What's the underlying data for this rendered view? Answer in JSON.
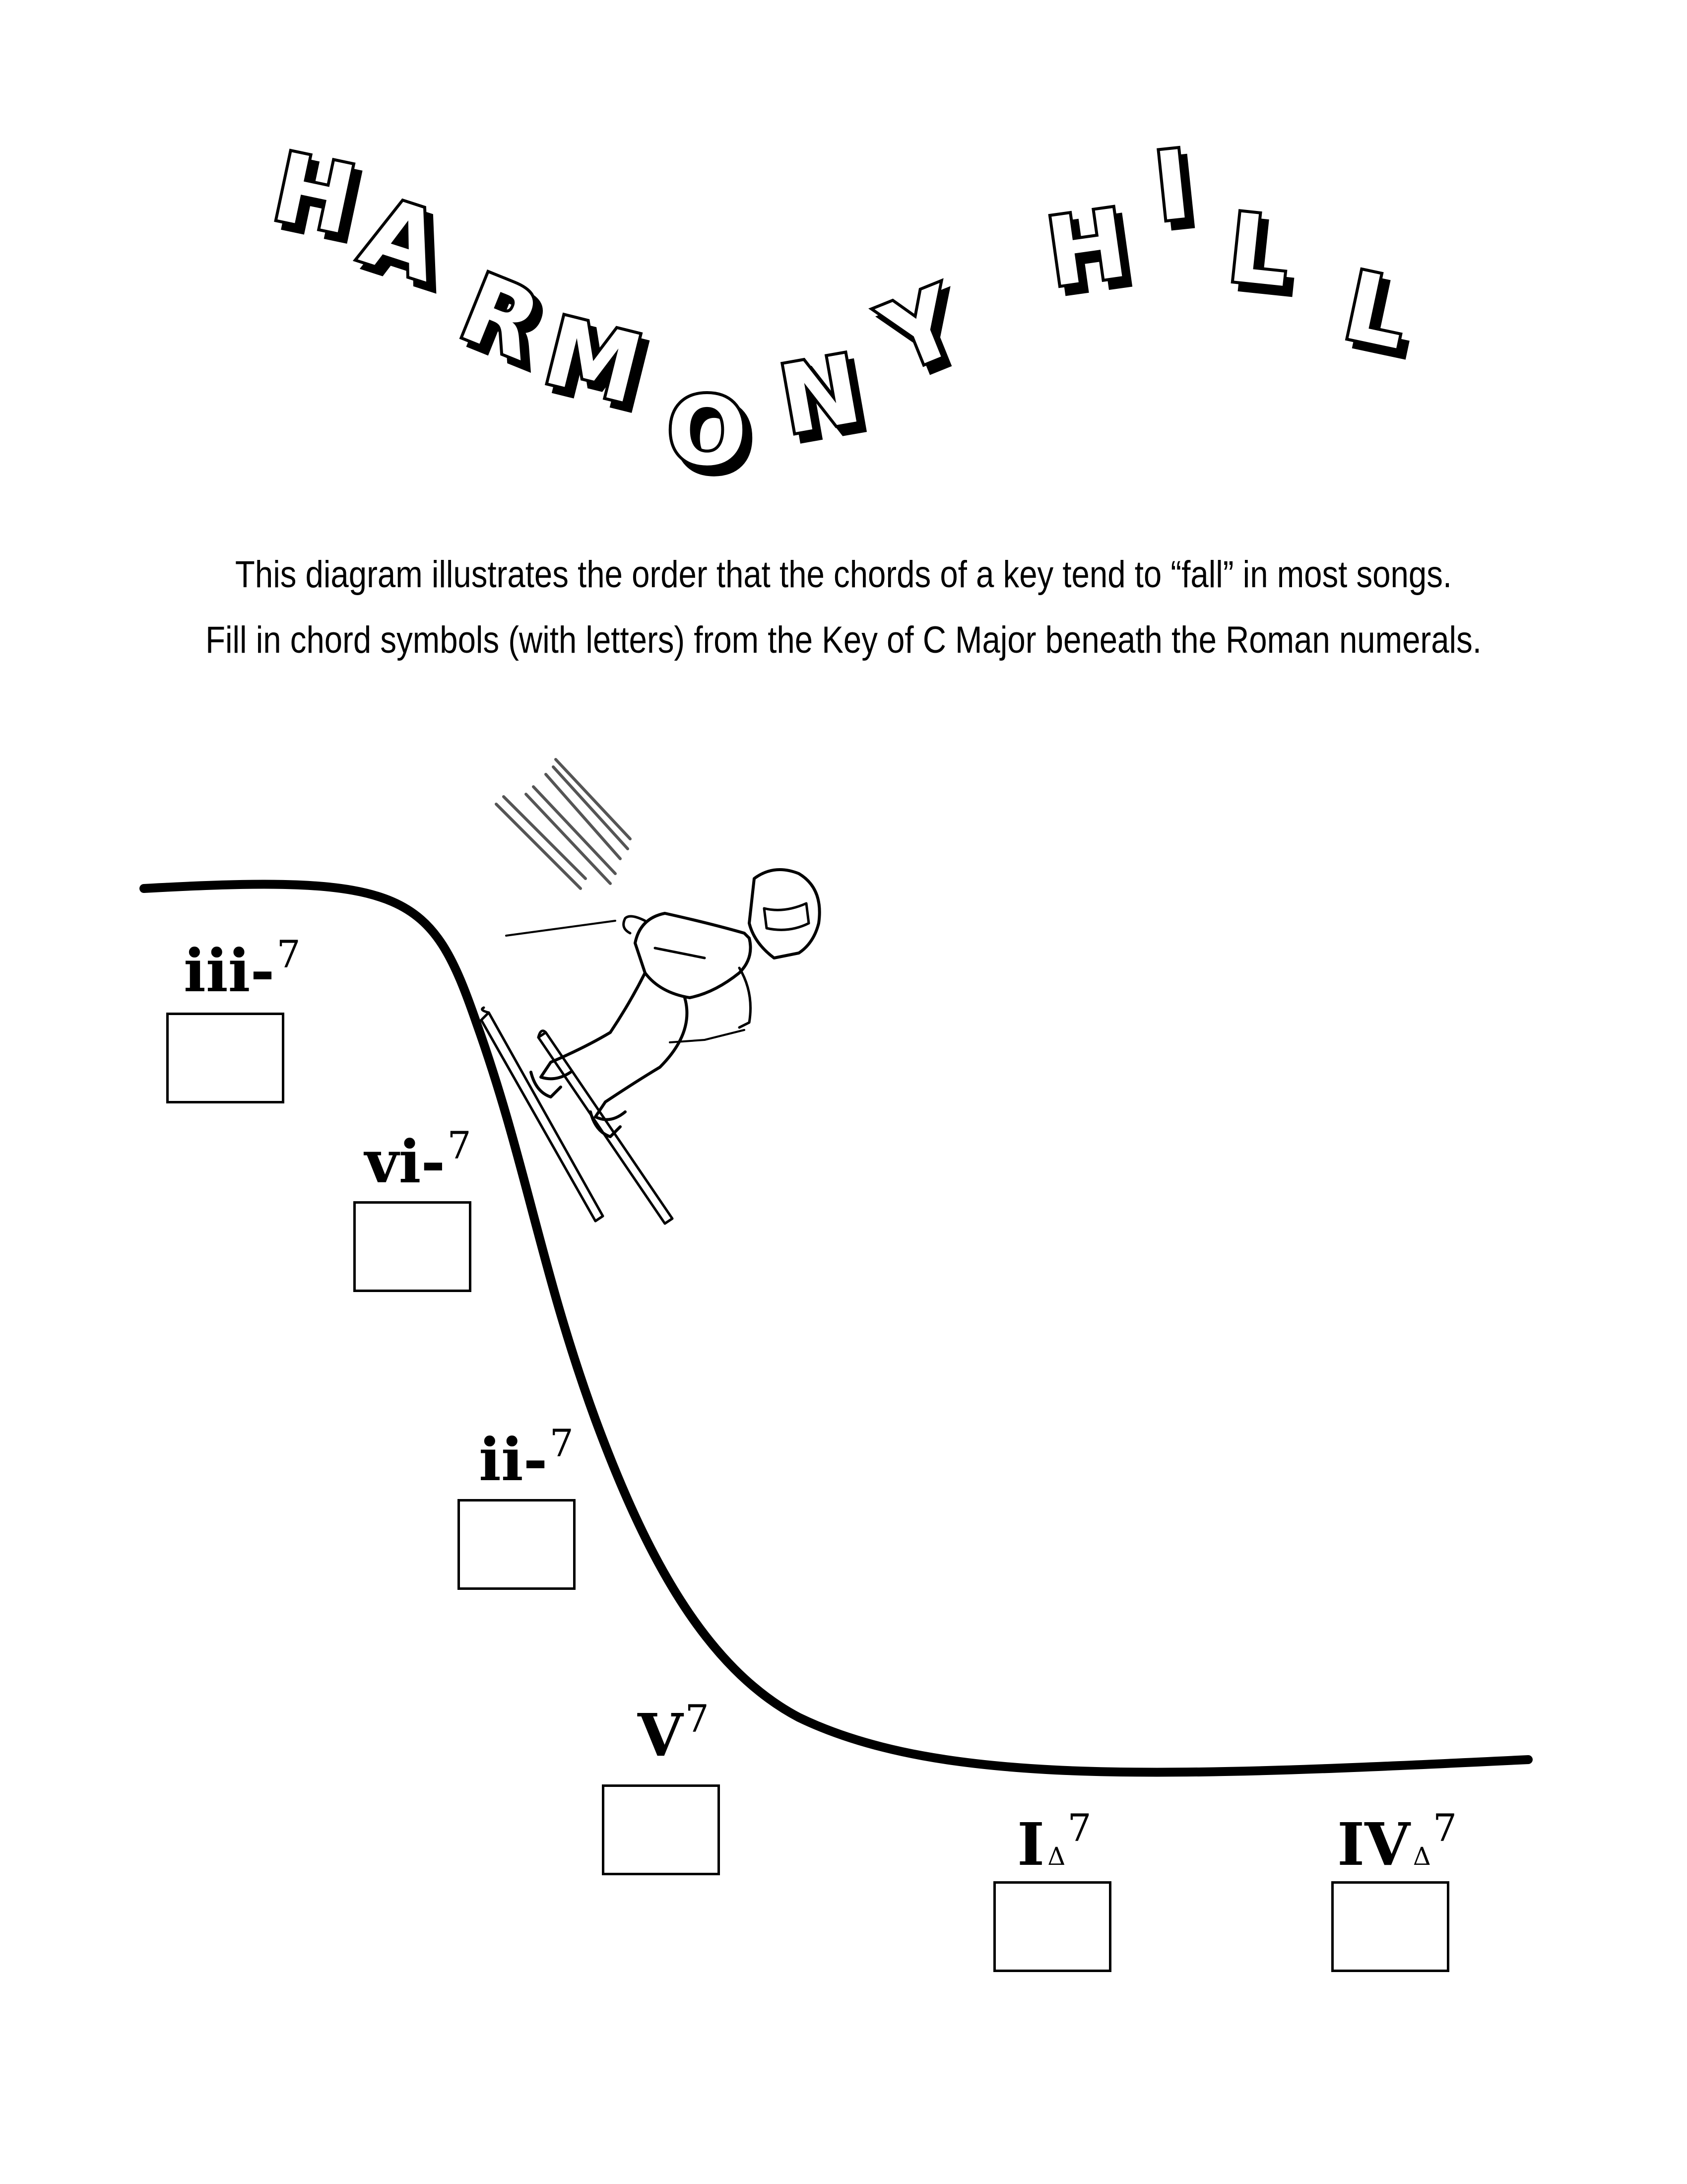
{
  "title": {
    "letters": [
      "H",
      "A",
      "R",
      "M",
      "O",
      "N",
      "Y",
      "H",
      "I",
      "L",
      "L"
    ]
  },
  "instructions": {
    "line1": "This diagram illustrates the order that the chords of a key tend to “fall” in most songs.",
    "line2": "Fill in chord symbols (with letters) from the Key of C Major beneath the Roman numerals."
  },
  "chords": [
    {
      "numeral": "iii-",
      "superscript": "7",
      "quality_symbol": "",
      "answer": ""
    },
    {
      "numeral": "vi-",
      "superscript": "7",
      "quality_symbol": "",
      "answer": ""
    },
    {
      "numeral": "ii-",
      "superscript": "7",
      "quality_symbol": "",
      "answer": ""
    },
    {
      "numeral": "V",
      "superscript": "7",
      "quality_symbol": "",
      "answer": ""
    },
    {
      "numeral": "I",
      "superscript": "7",
      "quality_symbol": "Δ",
      "answer": ""
    },
    {
      "numeral": "IV",
      "superscript": "7",
      "quality_symbol": "Δ",
      "answer": ""
    }
  ],
  "illustration": {
    "icon": "skier-icon"
  }
}
